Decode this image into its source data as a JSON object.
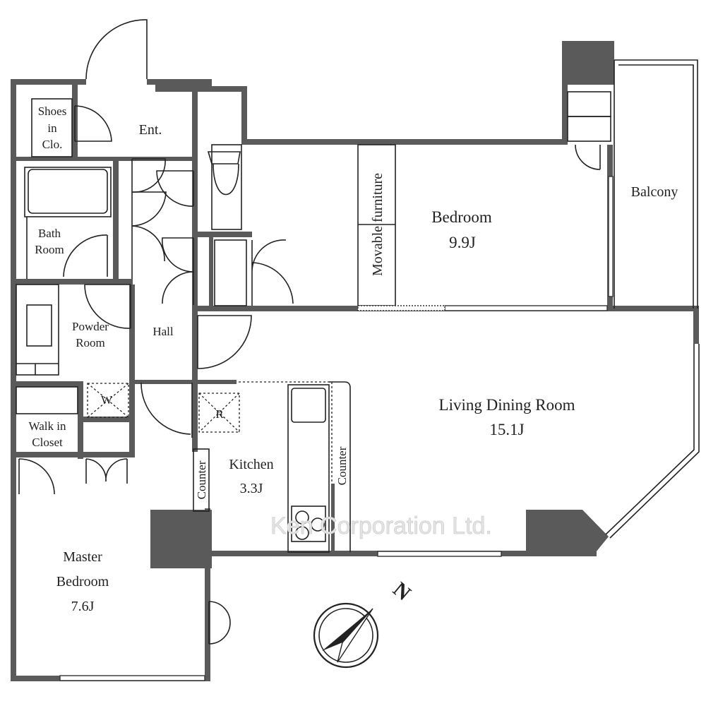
{
  "rooms": {
    "shoes_closet": [
      "Shoes",
      "in",
      "Clo."
    ],
    "entrance": "Ent.",
    "bath_room": [
      "Bath",
      "Room"
    ],
    "powder_room": [
      "Powder",
      "Room"
    ],
    "hall": "Hall",
    "washer": "W",
    "refrigerator": "R",
    "walk_in_closet": [
      "Walk in",
      "Closet"
    ],
    "kitchen": {
      "name": "Kitchen",
      "size": "3.3J"
    },
    "counter_left": "Counter",
    "counter_right": "Counter",
    "movable_furniture": "Movable furniture",
    "bedroom": {
      "name": "Bedroom",
      "size": "9.9J"
    },
    "balcony": "Balcony",
    "living_dining_room": {
      "name": "Living Dining Room",
      "size": "15.1J"
    },
    "master_bedroom": {
      "name": [
        "Master",
        "Bedroom"
      ],
      "size": "7.6J"
    }
  },
  "compass": {
    "north_label": "N"
  },
  "watermark": "Ken Corporation Ltd."
}
